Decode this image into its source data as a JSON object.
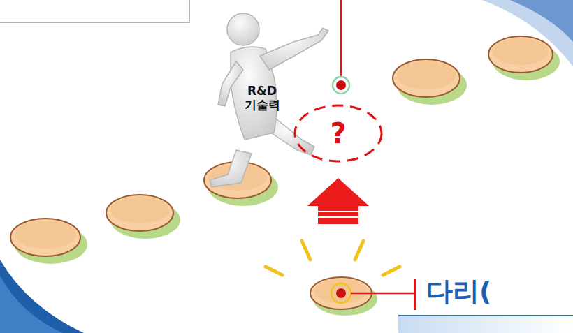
{
  "diagram": {
    "nodes": [
      {
        "text": [
          "?"
        ]
      }
    ],
    "labels": [
      "R&D 기술력",
      "다리("
    ]
  }
}
